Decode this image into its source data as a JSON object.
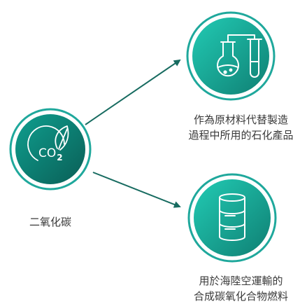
{
  "source": {
    "label": "二氧化碳",
    "icon": "co2-leaf-icon",
    "icon_text": "CO",
    "icon_subscript": "2"
  },
  "targets": [
    {
      "icon": "chemistry-flask-icon",
      "label_lines": [
        "作為原材料代替製造",
        "過程中所用的石化產品"
      ]
    },
    {
      "icon": "fuel-barrel-icon",
      "label_lines": [
        "用於海陸空運輸的",
        "合成碳氧化合物燃料"
      ]
    }
  ],
  "colors": {
    "teal_light": "#20c6b0",
    "teal_dark": "#0b6c63",
    "ring": "#1fa89c",
    "arrow": "#176b60",
    "icon_stroke": "#ffffff",
    "text": "#3a3a3a"
  }
}
